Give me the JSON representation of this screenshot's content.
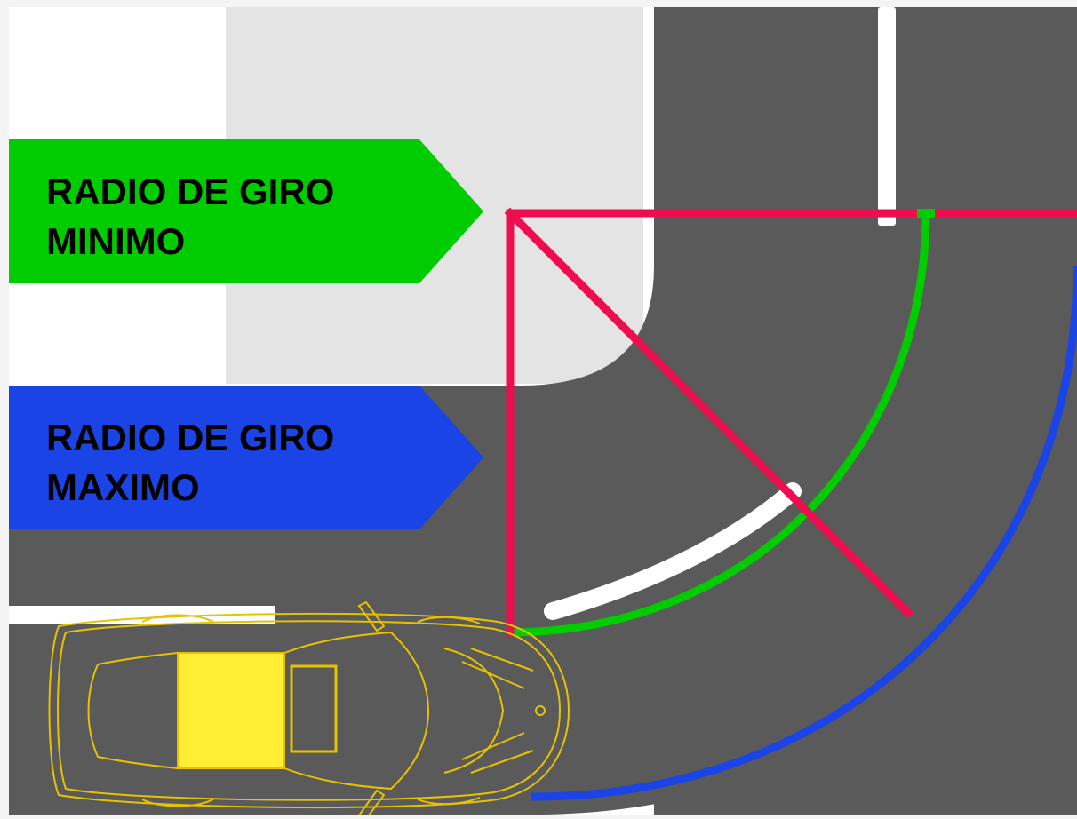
{
  "labels": {
    "min_line1": "RADIO DE GIRO",
    "min_line2": "MINIMO",
    "max_line1": "RADIO DE GIRO",
    "max_line2": "MAXIMO"
  },
  "colors": {
    "road": "#5a5a5a",
    "sidewalk": "#e4e4e4",
    "background": "#ffffff",
    "lane_marking": "#ffffff",
    "min_radius": "#00cc00",
    "max_radius": "#1a44e6",
    "construction_lines": "#ee0d4f",
    "car_body": "#ffee33",
    "car_outline": "#e6c200"
  }
}
